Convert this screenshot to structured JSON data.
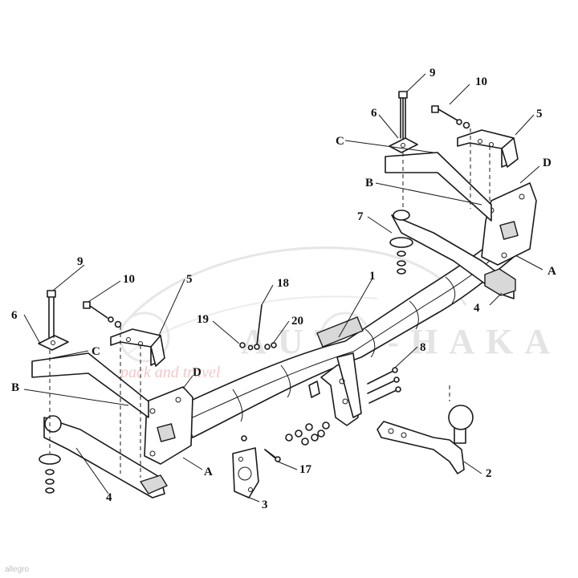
{
  "watermark": {
    "brand": "AUTO-HAKA",
    "tagline": "pack and travel"
  },
  "corner_mark": "allegro",
  "callouts": {
    "n1": "1",
    "n2": "2",
    "n3": "3",
    "n4a": "4",
    "n4b": "4",
    "n5a": "5",
    "n5b": "5",
    "n6a": "6",
    "n6b": "6",
    "n7": "7",
    "n8": "8",
    "n9a": "9",
    "n9b": "9",
    "n10a": "10",
    "n10b": "10",
    "n17": "17",
    "n18": "18",
    "n19": "19",
    "n20": "20",
    "aR": "A",
    "aL": "A",
    "bR": "B",
    "bL": "B",
    "cR": "C",
    "cL": "C",
    "dR": "D",
    "dL": "D"
  }
}
